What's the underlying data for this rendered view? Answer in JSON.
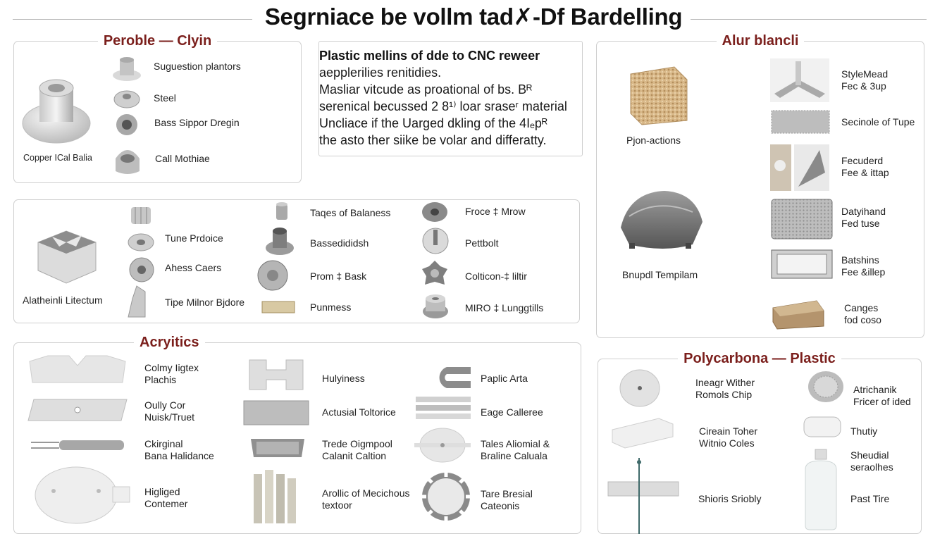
{
  "title": "Segrniace be vollm tad✗-Df Bardelling",
  "panels": {
    "top_left": {
      "title": "Peroble — Clyin",
      "big_label": "Copper ICal Balia",
      "items": [
        "Suguestion plantors",
        "Steel",
        "Bass Sippor Dregin",
        "Call Mothiae"
      ]
    },
    "text_box": {
      "lines": [
        "Plastic mellins of dde to CNC reweer",
        "aepplerilies renitidies.",
        "Masliar vitcude as proational of bs. Bᴿ",
        "serenical becussed 2 8¹⁾ loar sraseʳ material",
        "Uncliace if the Uarged dkling of the 4Iₑpᴿ",
        "the asto ther siike be volar and differatty."
      ]
    },
    "middle_left": {
      "big_label": "Alatheinli Litectum",
      "col1": [
        "Tune Prdoice",
        "Ahess Caers",
        "Tipe Milnor Bjdore"
      ],
      "col2": [
        "Taqes of Balaness",
        "Bassedididsh",
        "Prom ‡ Bask",
        "Punmess"
      ],
      "col3": [
        "Froce ‡ Mrow",
        "Pettbolt",
        "Colticon-‡ liltir",
        "MIRO ‡ Lunggtills"
      ]
    },
    "aluminium": {
      "title": "Alur blancli",
      "big_labels": [
        "Pjon-actions",
        "Bnupdl Tempilam"
      ],
      "items": [
        "StyleMead\nFec & 3up",
        "Secinole of Tupe",
        "Fecuderd\nFee & ittap",
        "Datyihand\nFed tuse",
        "Batshins\nFee &illep",
        "Canges\nfod coso"
      ]
    },
    "acrylics": {
      "title": "Acryitics",
      "col1": [
        "Colmy Iigtex\nPlachis",
        "Oully Cor\nNuisk/Truet",
        "Ckirginal\nBana Halidance",
        "Higliged\nContemer"
      ],
      "col2": [
        "Hulyiness",
        "Actusial Toltorice",
        "Trede Oigmpool\nCalanit Caltion",
        "Arollic of Mecichous\ntextoor"
      ],
      "col3": [
        "Paplic Arta",
        "Eage Calleree",
        "Tales Aliomial &\nBraline Caluala",
        "Tare Bresial\nCateonis"
      ]
    },
    "polycarbonate": {
      "title": "Polycarbona — Plastic",
      "col1": [
        "Ineagr Wither\nRomols Chip",
        "Cireain Toher\nWitnio Coles",
        "Shioris Sriobly"
      ],
      "col2": [
        "Atrichanik\nFricer of ided",
        "Thutiy",
        "Sheudial\nseraolhes",
        "Past Tire"
      ]
    }
  }
}
